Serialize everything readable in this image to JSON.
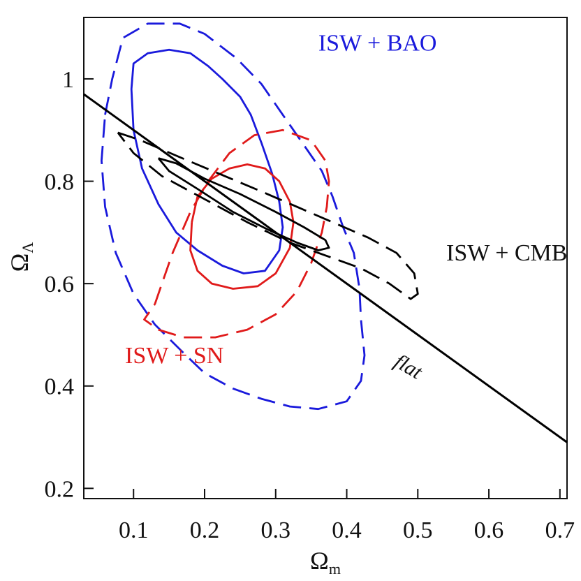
{
  "chart_data": {
    "type": "line",
    "title": "",
    "xlabel": {
      "main": "Ω",
      "sub": "m"
    },
    "ylabel": {
      "main": "Ω",
      "sub": "Λ"
    },
    "xlim": [
      0.03,
      0.71
    ],
    "ylim": [
      0.18,
      1.12
    ],
    "xticks": [
      0.1,
      0.2,
      0.3,
      0.4,
      0.5,
      0.6,
      0.7
    ],
    "yticks": [
      0.2,
      0.4,
      0.6,
      0.8,
      1.0
    ],
    "xtick_labels": [
      "0.1",
      "0.2",
      "0.3",
      "0.4",
      "0.5",
      "0.6",
      "0.7"
    ],
    "ytick_labels": [
      "0.2",
      "0.4",
      "0.6",
      "0.8",
      "1"
    ],
    "grid": false,
    "colors": {
      "isw_bao": "#1a1adc",
      "isw_sn": "#e01a1a",
      "isw_cmb": "#000000",
      "flat": "#000000"
    },
    "annotations": [
      {
        "text": "ISW + BAO",
        "x": 0.36,
        "y": 1.055,
        "color": "#1a1adc",
        "style": "normal"
      },
      {
        "text": "ISW + CMB",
        "x": 0.54,
        "y": 0.645,
        "color": "#111111",
        "style": "normal"
      },
      {
        "text": "ISW + SN",
        "x": 0.088,
        "y": 0.445,
        "color": "#e01a1a",
        "style": "normal"
      },
      {
        "text": "flat",
        "x": 0.465,
        "y": 0.44,
        "color": "#111111",
        "style": "italic",
        "rotate": 30
      }
    ],
    "series": [
      {
        "group": "isw_bao",
        "level": "1sigma",
        "style": "solid",
        "points": [
          [
            0.097,
            0.98
          ],
          [
            0.1,
            1.03
          ],
          [
            0.12,
            1.05
          ],
          [
            0.15,
            1.057
          ],
          [
            0.18,
            1.05
          ],
          [
            0.205,
            1.025
          ],
          [
            0.225,
            1.0
          ],
          [
            0.25,
            0.965
          ],
          [
            0.265,
            0.93
          ],
          [
            0.28,
            0.875
          ],
          [
            0.295,
            0.815
          ],
          [
            0.305,
            0.76
          ],
          [
            0.31,
            0.71
          ],
          [
            0.305,
            0.665
          ],
          [
            0.285,
            0.625
          ],
          [
            0.255,
            0.62
          ],
          [
            0.225,
            0.635
          ],
          [
            0.19,
            0.665
          ],
          [
            0.16,
            0.7
          ],
          [
            0.135,
            0.755
          ],
          [
            0.112,
            0.825
          ],
          [
            0.1,
            0.9
          ],
          [
            0.097,
            0.98
          ]
        ]
      },
      {
        "group": "isw_bao",
        "level": "2sigma",
        "style": "dashed",
        "points": [
          [
            0.06,
            0.93
          ],
          [
            0.07,
            1.0
          ],
          [
            0.085,
            1.08
          ],
          [
            0.12,
            1.108
          ],
          [
            0.165,
            1.108
          ],
          [
            0.2,
            1.088
          ],
          [
            0.245,
            1.04
          ],
          [
            0.28,
            0.99
          ],
          [
            0.31,
            0.93
          ],
          [
            0.34,
            0.87
          ],
          [
            0.365,
            0.82
          ],
          [
            0.38,
            0.77
          ],
          [
            0.395,
            0.71
          ],
          [
            0.41,
            0.66
          ],
          [
            0.418,
            0.59
          ],
          [
            0.42,
            0.53
          ],
          [
            0.425,
            0.46
          ],
          [
            0.42,
            0.41
          ],
          [
            0.4,
            0.37
          ],
          [
            0.36,
            0.355
          ],
          [
            0.32,
            0.36
          ],
          [
            0.28,
            0.375
          ],
          [
            0.24,
            0.395
          ],
          [
            0.2,
            0.425
          ],
          [
            0.17,
            0.465
          ],
          [
            0.13,
            0.52
          ],
          [
            0.1,
            0.58
          ],
          [
            0.075,
            0.66
          ],
          [
            0.06,
            0.75
          ],
          [
            0.055,
            0.84
          ],
          [
            0.06,
            0.93
          ]
        ]
      },
      {
        "group": "isw_sn",
        "level": "1sigma",
        "style": "solid",
        "points": [
          [
            0.182,
            0.72
          ],
          [
            0.19,
            0.77
          ],
          [
            0.21,
            0.805
          ],
          [
            0.235,
            0.825
          ],
          [
            0.26,
            0.833
          ],
          [
            0.285,
            0.825
          ],
          [
            0.305,
            0.8
          ],
          [
            0.32,
            0.76
          ],
          [
            0.325,
            0.72
          ],
          [
            0.32,
            0.67
          ],
          [
            0.3,
            0.62
          ],
          [
            0.275,
            0.595
          ],
          [
            0.24,
            0.59
          ],
          [
            0.21,
            0.6
          ],
          [
            0.19,
            0.625
          ],
          [
            0.18,
            0.665
          ],
          [
            0.182,
            0.72
          ]
        ]
      },
      {
        "group": "isw_sn",
        "level": "2sigma",
        "style": "dashed",
        "points": [
          [
            0.13,
            0.56
          ],
          [
            0.14,
            0.6
          ],
          [
            0.155,
            0.66
          ],
          [
            0.18,
            0.74
          ],
          [
            0.205,
            0.8
          ],
          [
            0.235,
            0.855
          ],
          [
            0.27,
            0.89
          ],
          [
            0.31,
            0.9
          ],
          [
            0.35,
            0.88
          ],
          [
            0.37,
            0.84
          ],
          [
            0.375,
            0.8
          ],
          [
            0.372,
            0.75
          ],
          [
            0.365,
            0.7
          ],
          [
            0.35,
            0.64
          ],
          [
            0.33,
            0.585
          ],
          [
            0.3,
            0.54
          ],
          [
            0.26,
            0.51
          ],
          [
            0.215,
            0.495
          ],
          [
            0.17,
            0.495
          ],
          [
            0.135,
            0.51
          ],
          [
            0.115,
            0.53
          ],
          [
            0.13,
            0.56
          ]
        ]
      },
      {
        "group": "isw_cmb",
        "level": "1sigma",
        "style": "solid",
        "points": [
          [
            0.135,
            0.845
          ],
          [
            0.16,
            0.835
          ],
          [
            0.2,
            0.805
          ],
          [
            0.25,
            0.775
          ],
          [
            0.3,
            0.74
          ],
          [
            0.34,
            0.71
          ],
          [
            0.37,
            0.685
          ],
          [
            0.375,
            0.67
          ],
          [
            0.36,
            0.665
          ],
          [
            0.33,
            0.68
          ],
          [
            0.29,
            0.705
          ],
          [
            0.24,
            0.74
          ],
          [
            0.19,
            0.785
          ],
          [
            0.15,
            0.82
          ],
          [
            0.135,
            0.845
          ]
        ]
      },
      {
        "group": "isw_cmb",
        "level": "2sigma",
        "style": "dashed",
        "points": [
          [
            0.078,
            0.895
          ],
          [
            0.11,
            0.88
          ],
          [
            0.16,
            0.85
          ],
          [
            0.22,
            0.815
          ],
          [
            0.28,
            0.78
          ],
          [
            0.33,
            0.75
          ],
          [
            0.38,
            0.72
          ],
          [
            0.43,
            0.69
          ],
          [
            0.47,
            0.66
          ],
          [
            0.495,
            0.62
          ],
          [
            0.5,
            0.58
          ],
          [
            0.49,
            0.57
          ],
          [
            0.46,
            0.6
          ],
          [
            0.42,
            0.63
          ],
          [
            0.37,
            0.655
          ],
          [
            0.32,
            0.68
          ],
          [
            0.26,
            0.72
          ],
          [
            0.2,
            0.765
          ],
          [
            0.14,
            0.81
          ],
          [
            0.1,
            0.855
          ],
          [
            0.078,
            0.895
          ]
        ]
      },
      {
        "group": "flat",
        "level": "line",
        "style": "solid",
        "points": [
          [
            0.03,
            0.97
          ],
          [
            0.71,
            0.29
          ]
        ]
      }
    ]
  }
}
